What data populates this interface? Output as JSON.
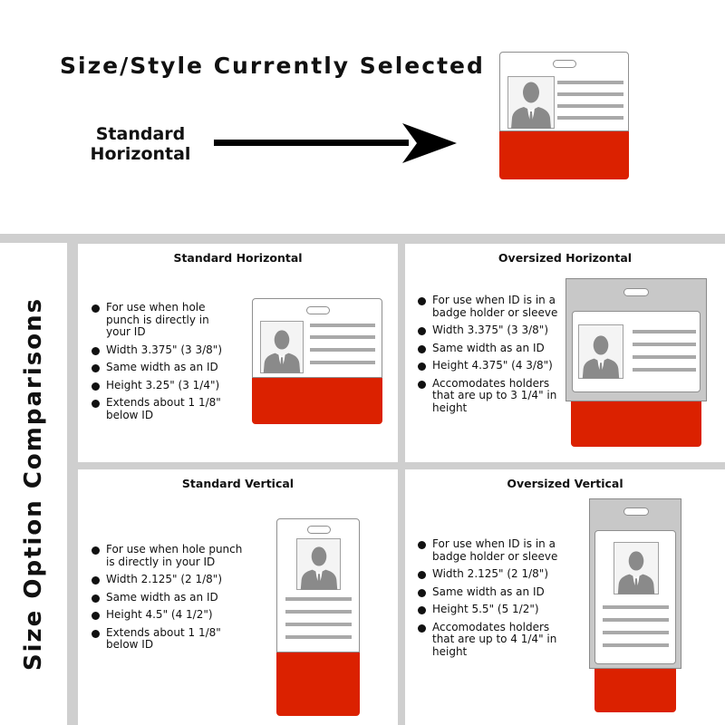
{
  "header": {
    "title": "Size/Style Currently Selected",
    "current_style_line1": "Standard",
    "current_style_line2": "Horizontal"
  },
  "comparison_label": "Size Option Comparisons",
  "colors": {
    "badge_red": "#db2100",
    "frame_gray": "#cfcfcf",
    "placeholder_gray": "#a9a9a9"
  },
  "icons": {
    "person": "person-silhouette-icon",
    "arrow": "right-arrow-icon"
  },
  "options": {
    "standard_horizontal": {
      "title": "Standard Horizontal",
      "bullets": [
        "For use when hole punch is directly in your ID",
        "Width 3.375\" (3 3/8\")",
        "Same width as an ID",
        "Height 3.25\" (3 1/4\")",
        "Extends about 1 1/8\" below ID"
      ]
    },
    "oversized_horizontal": {
      "title": "Oversized Horizontal",
      "bullets": [
        "For use when ID is in a badge holder or sleeve",
        "Width 3.375\" (3 3/8\")",
        "Same width as an ID",
        "Height 4.375\" (4 3/8\")",
        "Accomodates holders that are up to 3 1/4\" in height"
      ]
    },
    "standard_vertical": {
      "title": "Standard Vertical",
      "bullets": [
        "For use when hole punch is directly in your ID",
        "Width 2.125\" (2 1/8\")",
        "Same width as an ID",
        "Height 4.5\" (4 1/2\")",
        "Extends about 1 1/8\" below ID"
      ]
    },
    "oversized_vertical": {
      "title": "Oversized Vertical",
      "bullets": [
        "For use when ID is in a badge holder or sleeve",
        "Width 2.125\" (2 1/8\")",
        "Same width as an ID",
        "Height 5.5\" (5 1/2\")",
        "Accomodates holders that are up to 4 1/4\" in height"
      ]
    }
  }
}
